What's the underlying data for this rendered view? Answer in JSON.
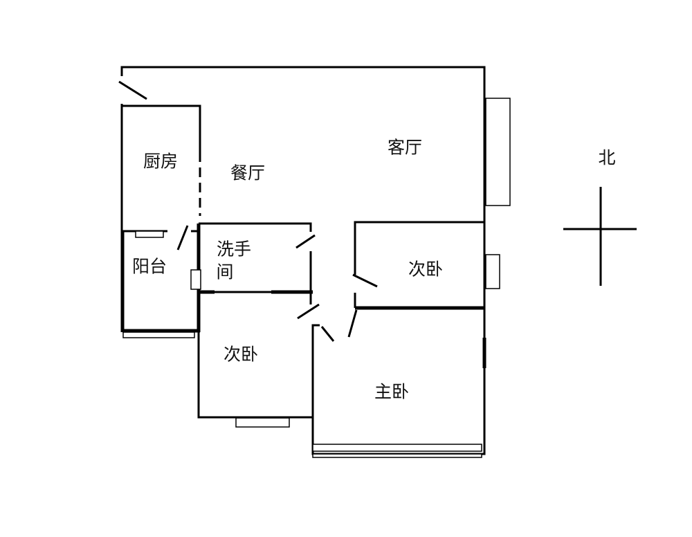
{
  "rooms": {
    "kitchen": "厨房",
    "dining": "餐厅",
    "living": "客厅",
    "bathroom_line1": "洗手",
    "bathroom_line2": "间",
    "balcony": "阳台",
    "second_bedroom_east": "次卧",
    "second_bedroom_west": "次卧",
    "master_bedroom": "主卧"
  },
  "compass": {
    "north_label": "北"
  }
}
